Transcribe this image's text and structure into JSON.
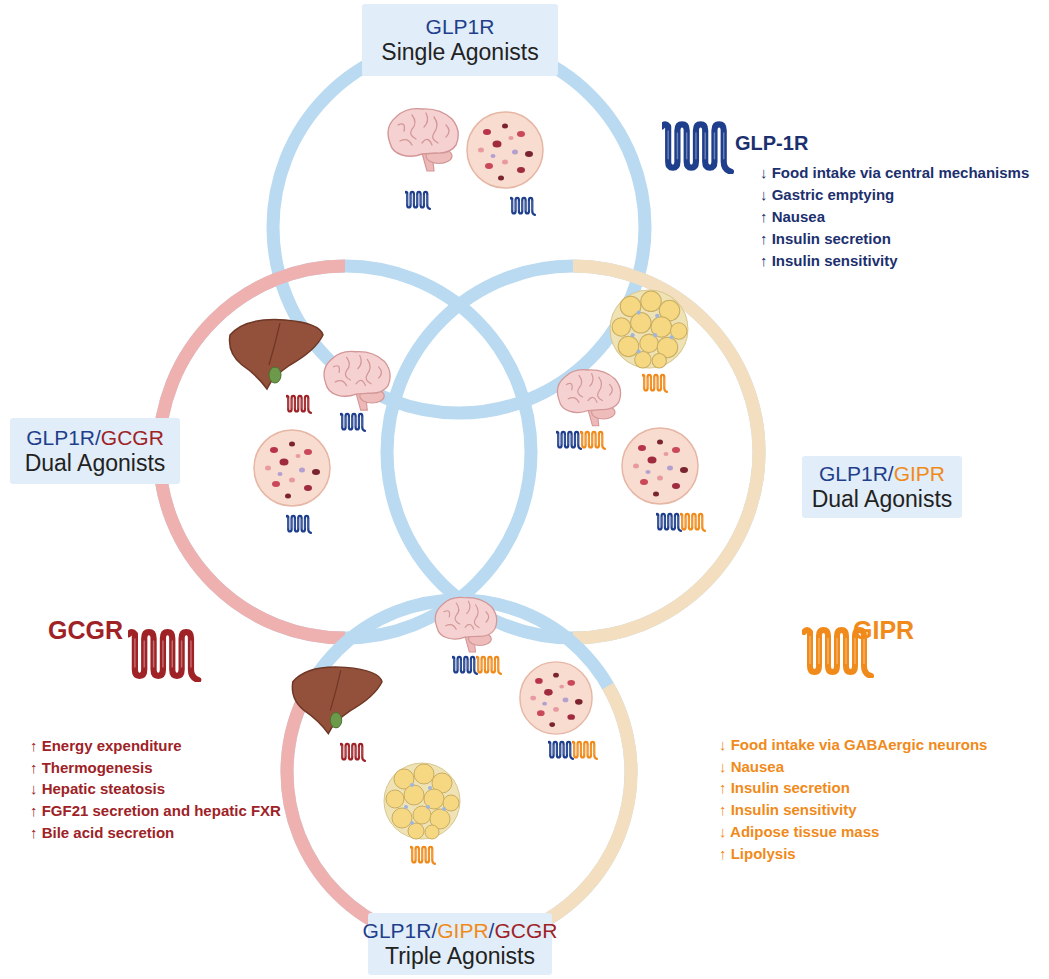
{
  "diagram": {
    "nodes": [
      {
        "text": [
          "GLP1R",
          "Single Agonists"
        ]
      },
      {
        "text": [
          "GLP1R/",
          "GCGR",
          "Dual Agonists"
        ]
      },
      {
        "text": [
          "GLP1R/",
          "GIPR",
          "Dual Agonists"
        ]
      },
      {
        "text": [
          "GLP1R/",
          "GIPR",
          "/",
          "GCGR",
          "Triple Agonists"
        ]
      }
    ],
    "labels": [
      "GLP-1R",
      "↓ Food intake via central mechanisms",
      "↓ Gastric emptying",
      "↑ Nausea",
      "↑ Insulin secretion",
      "↑ Insulin sensitivity",
      "GCGR",
      "↑ Energy expenditure",
      "↑ Thermogenesis",
      "↓ Hepatic steatosis",
      "↑ FGF21 secretion and hepatic FXR",
      "↑ Bile acid secretion",
      "GIPR",
      "↓ Food intake via GABAergic neurons",
      "↓ Nausea",
      "↑ Insulin secretion",
      "↑ Insulin sensitivity",
      "↓ Adipose tissue mass",
      "↑ Lipolysis"
    ]
  }
}
